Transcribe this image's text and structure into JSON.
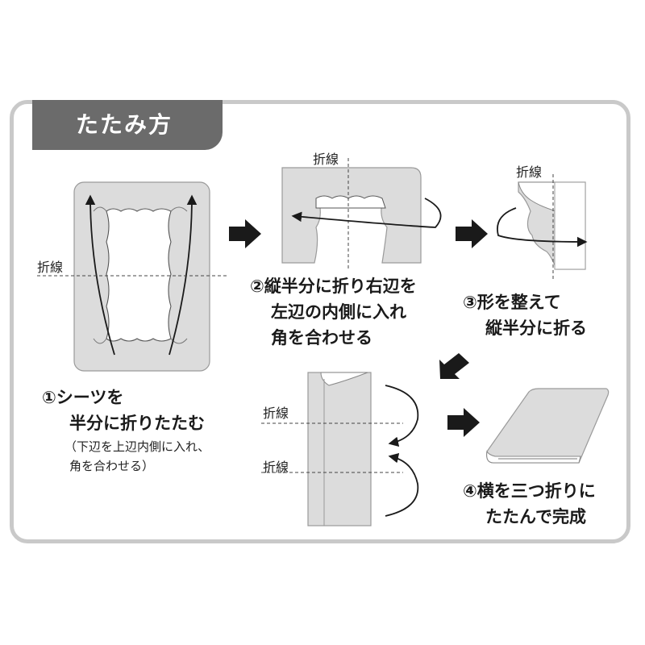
{
  "title": "たたみ方",
  "fold_label": "折線",
  "step1": {
    "line1": "①シーツを",
    "line2": "半分に折りたたむ",
    "note1": "（下辺を上辺内側に入れ、",
    "note2": "角を合わせる）"
  },
  "step2": {
    "line1": "②縦半分に折り右辺を",
    "line2": "左辺の内側に入れ",
    "line3": "角を合わせる"
  },
  "step3": {
    "line1": "③形を整えて",
    "line2": "縦半分に折る"
  },
  "step4": {
    "line1": "④横を三つ折りに",
    "line2": "たたんで完成"
  },
  "colors": {
    "sheet": "#dcdcdc",
    "title_bg": "#6b6b6b",
    "frame": "#c9c9c9",
    "arrow": "#1a1a1a"
  }
}
